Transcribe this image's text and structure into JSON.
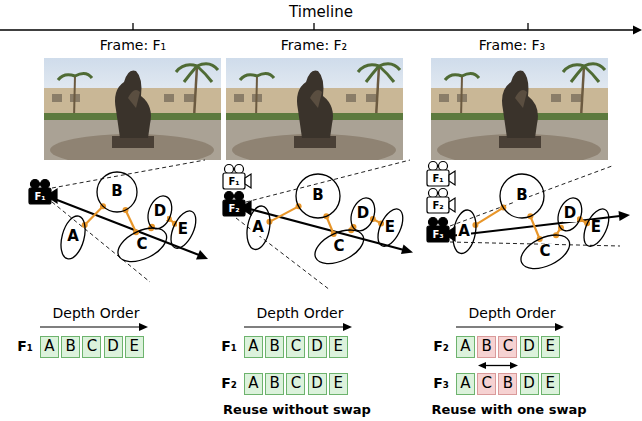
{
  "diagram": {
    "title": "Timeline",
    "nodes": [
      {
        "text": [
          "A"
        ]
      },
      {
        "text": [
          "B"
        ]
      },
      {
        "text": [
          "C"
        ]
      },
      {
        "text": [
          "D"
        ]
      },
      {
        "text": [
          "E"
        ]
      },
      {
        "text": [
          "A"
        ]
      },
      {
        "text": [
          "B"
        ]
      },
      {
        "text": [
          "C"
        ]
      },
      {
        "text": [
          "D"
        ]
      },
      {
        "text": [
          "E"
        ]
      },
      {
        "text": [
          "A"
        ]
      },
      {
        "text": [
          "B"
        ]
      },
      {
        "text": [
          "C"
        ]
      },
      {
        "text": [
          "D"
        ]
      },
      {
        "text": [
          "E"
        ]
      },
      {
        "text": [
          "A"
        ]
      },
      {
        "text": [
          "B"
        ]
      },
      {
        "text": [
          "C"
        ]
      },
      {
        "text": [
          "D"
        ]
      },
      {
        "text": [
          "E"
        ]
      },
      {
        "text": [
          "A"
        ]
      },
      {
        "text": [
          "B"
        ]
      },
      {
        "text": [
          "C"
        ]
      },
      {
        "text": [
          "D"
        ]
      },
      {
        "text": [
          "E"
        ]
      },
      {
        "text": [
          "A"
        ]
      },
      {
        "text": [
          "B"
        ]
      },
      {
        "text": [
          "C"
        ]
      },
      {
        "text": [
          "D"
        ]
      },
      {
        "text": [
          "E"
        ]
      },
      {
        "text": [
          "A"
        ]
      },
      {
        "text": [
          "B"
        ]
      },
      {
        "text": [
          "C"
        ]
      },
      {
        "text": [
          "D"
        ]
      },
      {
        "text": [
          "E"
        ]
      },
      {
        "text": [
          "A"
        ]
      },
      {
        "text": [
          "C"
        ]
      },
      {
        "text": [
          "B"
        ]
      },
      {
        "text": [
          "D"
        ]
      },
      {
        "text": [
          "E"
        ]
      }
    ],
    "edges": [
      {
        "from": 0,
        "to": 1,
        "arrow": "none"
      },
      {
        "from": 1,
        "to": 2,
        "arrow": "none"
      },
      {
        "from": 2,
        "to": 3,
        "arrow": "none"
      },
      {
        "from": 3,
        "to": 4,
        "arrow": "none"
      },
      {
        "from": 5,
        "to": 6,
        "arrow": "none"
      },
      {
        "from": 6,
        "to": 7,
        "arrow": "none"
      },
      {
        "from": 7,
        "to": 8,
        "arrow": "none"
      },
      {
        "from": 8,
        "to": 9,
        "arrow": "none"
      },
      {
        "from": 10,
        "to": 11,
        "arrow": "none"
      },
      {
        "from": 11,
        "to": 12,
        "arrow": "none"
      },
      {
        "from": 12,
        "to": 13,
        "arrow": "none"
      },
      {
        "from": 13,
        "to": 14,
        "arrow": "none"
      }
    ],
    "labels": [
      "Frame: F₁",
      "Frame: F₂",
      "Frame: F₃",
      "F₁",
      "F₁",
      "F₂",
      "F₁",
      "F₂",
      "F₃",
      "Depth Order",
      "Depth Order",
      "Depth Order",
      "F₁",
      "F₁",
      "F₂",
      "F₂",
      "F₃",
      "Reuse without swap",
      "Reuse with one swap"
    ]
  }
}
